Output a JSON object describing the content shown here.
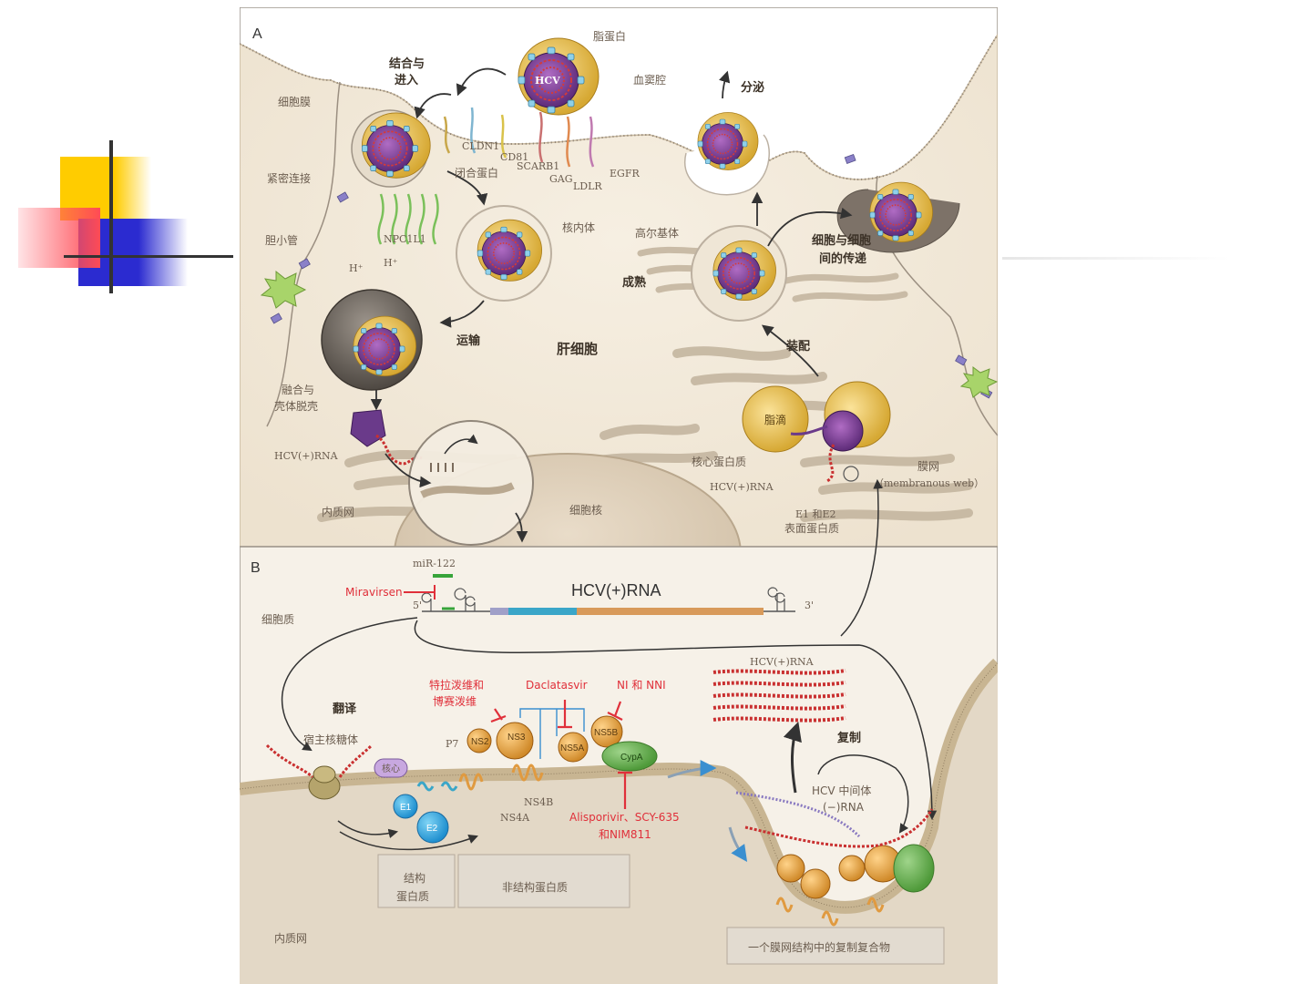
{
  "slide": {
    "accent_colors": {
      "yellow": "#ffcc00",
      "red": "#ff4b55",
      "blue": "#2b2bd0",
      "line": "#333333"
    }
  },
  "panel_a": {
    "letter": "A",
    "labels": {
      "lipoprotein": "脂蛋白",
      "hcv": "HCV",
      "sinusoid": "血窦腔",
      "secretion": "分泌",
      "binding_entry_1": "结合与",
      "binding_entry_2": "进入",
      "cell_membrane": "细胞膜",
      "cldn1": "CLDN1",
      "cd81": "CD81",
      "occludin": "闭合蛋白",
      "scarb1": "SCARB1",
      "gag": "GAG",
      "ldlr": "LDLR",
      "egfr": "EGFR",
      "tight_junction": "紧密连接",
      "npc1l1": "NPC1L1",
      "endosome": "核内体",
      "golgi": "高尔基体",
      "cell_to_cell_1": "细胞与细胞",
      "cell_to_cell_2": "间的传递",
      "bile_canaliculus": "胆小管",
      "h_plus_1": "H⁺",
      "h_plus_2": "H⁺",
      "maturation": "成熟",
      "transport": "运输",
      "hepatocyte": "肝细胞",
      "assembly": "装配",
      "fusion_1": "融合与",
      "fusion_2": "壳体脱壳",
      "lipid_droplet": "脂滴",
      "hcv_rna_1": "HCV(+)RNA",
      "core_protein": "核心蛋白质",
      "membranous_web_1": "膜网",
      "membranous_web_2": "（membranous web）",
      "hcv_rna_2": "HCV(+)RNA",
      "er": "内质网",
      "nucleus": "细胞核",
      "e1e2_1": "E1 和E2",
      "e1e2_2": "表面蛋白质"
    }
  },
  "panel_b": {
    "letter": "B",
    "labels": {
      "mir122": "miR-122",
      "miravirsen": "Miravirsen",
      "five_prime": "5'",
      "three_prime": "3'",
      "rna_title": "HCV(+)RNA",
      "cytoplasm": "细胞质",
      "translation": "翻译",
      "host_ribosome": "宿主核糖体",
      "telaprevir_1": "特拉泼维和",
      "telaprevir_2": "博赛泼维",
      "daclatasvir": "Daclatasvir",
      "ni_nni": "NI 和 NNI",
      "hcv_rna_plus": "HCV(+)RNA",
      "replication": "复制",
      "core": "核心",
      "p7": "P7",
      "ns2": "NS2",
      "ns3": "NS3",
      "ns5a": "NS5A",
      "ns5b": "NS5B",
      "cypa": "CypA",
      "e1": "E1",
      "e2": "E2",
      "ns4b": "NS4B",
      "ns4a": "NS4A",
      "alisporivir_1": "Alisporivir、SCY-635",
      "alisporivir_2": "和NIM811",
      "intermediate_1": "HCV 中间体",
      "intermediate_2": "(−)RNA",
      "structural_1": "结构",
      "structural_2": "蛋白质",
      "nonstructural": "非结构蛋白质",
      "er": "内质网",
      "replication_complex": "一个膜网结构中的复制复合物"
    }
  }
}
